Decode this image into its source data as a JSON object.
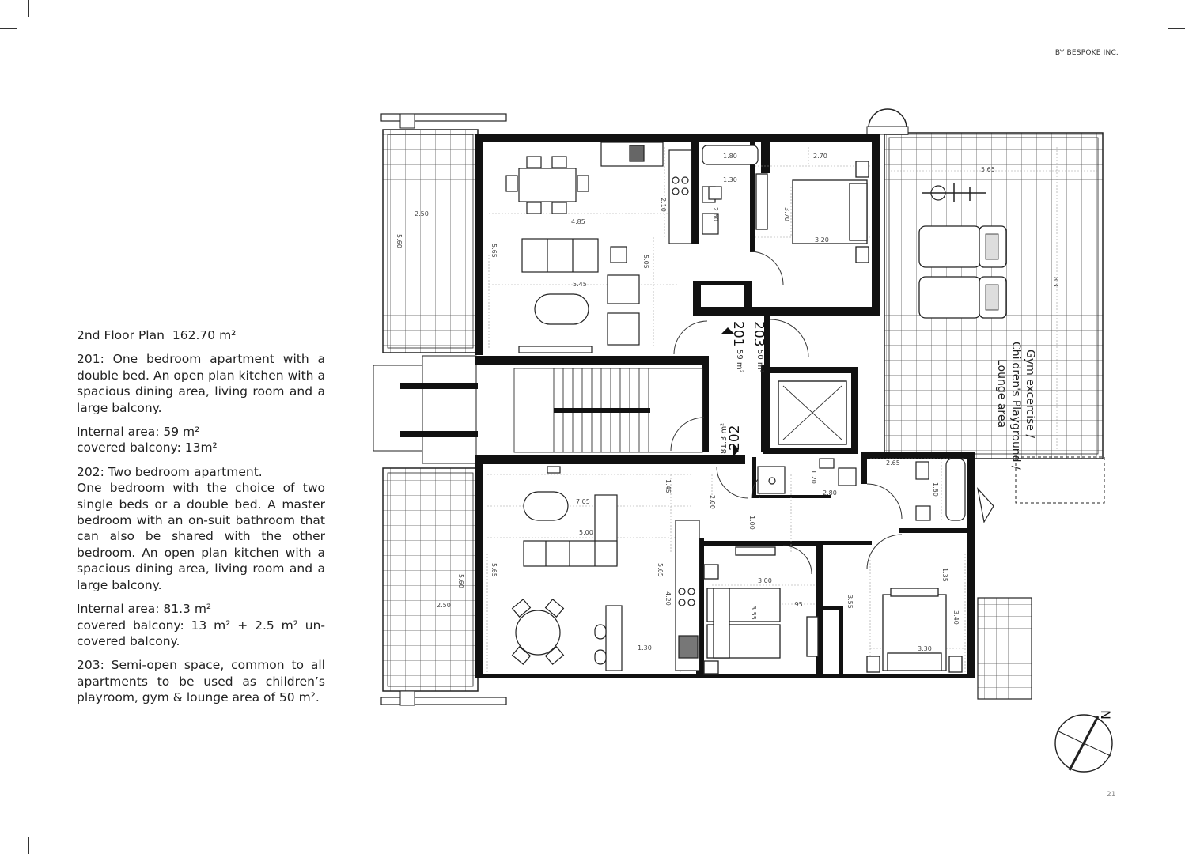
{
  "header": {
    "brand": "BY BESPOKE INC."
  },
  "page": {
    "number": "21"
  },
  "description": {
    "title": "2nd Floor Plan",
    "total_area": "162.70 m²",
    "apt201": "201: One bedroom apartment with a double bed. An open plan kitchen with a spacious dining area, living room and a large balcony.",
    "apt201_internal": "Internal area:  59 m²",
    "apt201_balcony": "covered balcony: 13m²",
    "apt202_heading": "202: Two bedroom apartment.",
    "apt202": "One bedroom with the choice of two single beds or a double bed. A master bedroom with an on-suit bathroom that can also be shared with the other bedroom. An open plan kitchen with a spacious dining area, living room and a large balcony.",
    "apt202_internal": "Internal area: 81.3 m²",
    "apt202_balcony": "covered balcony: 13 m² + 2.5 m² un-covered balcony.",
    "apt203": "203: Semi-open space, common to all apartments to be used as children’s playroom, gym & lounge area of 50 m²."
  },
  "plan": {
    "units": {
      "u201": {
        "number": "201",
        "area": "59 m²"
      },
      "u202": {
        "number": "202",
        "area": "81.3 m²"
      },
      "u203": {
        "number": "203",
        "area": "50 m²"
      }
    },
    "gym_label": [
      "Gym excercise /",
      "Children's Playground /",
      "Lounge area"
    ],
    "compass": "N",
    "dimensions": {
      "d180a": "1.80",
      "d270": "2.70",
      "d565a": "5.65",
      "d130a": "1.30",
      "d250a": "2.50",
      "d210": "2.10",
      "d260": "2.60",
      "d370": "3.70",
      "d560a": "5.60",
      "d485": "4.85",
      "d565b": "5.65",
      "d320": "3.20",
      "d505": "5.05",
      "d545": "5.45",
      "d831": "8.31",
      "d265": "2.65",
      "d145": "1.45",
      "d705": "7.05",
      "d200": "2.00",
      "d120": "1.20",
      "d280": "2.80",
      "d180b": "1.80",
      "d500": "5.00",
      "d100": "1.00",
      "d135": "1.35",
      "d565c": "5.65",
      "d560b": "5.60",
      "d565d": "5.65",
      "d300": "3.00",
      "d420": "4.20",
      "d250b": "2.50",
      "d355a": "3.55",
      "d95": ".95",
      "d355b": "3.55",
      "d340": "3.40",
      "d130b": "1.30",
      "d330": "3.30"
    }
  }
}
